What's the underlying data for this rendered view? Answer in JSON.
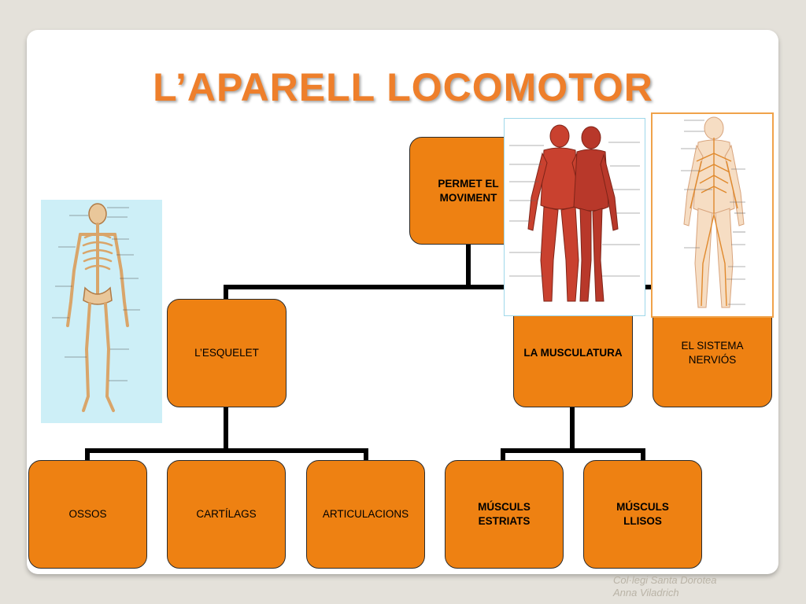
{
  "title": "L’APARELL LOCOMOTOR",
  "root": {
    "label_lines": [
      "PERMET EL",
      "MOVIMENT"
    ]
  },
  "level1": {
    "esquelet": "L’ESQUELET",
    "musculatura": "LA MUSCULATURA",
    "nervios": [
      "EL SISTEMA",
      "NERVIÓS"
    ]
  },
  "level2": {
    "ossos": "OSSOS",
    "cartilags": "CARTÍLAGS",
    "articulacions": "ARTICULACIONS",
    "estriats": [
      "MÚSCULS",
      "ESTRIATS"
    ],
    "llisos": [
      "MÚSCULS",
      "LLISOS"
    ]
  },
  "footer": [
    "Col·legi Santa Dorotea",
    "Anna Viladrich"
  ],
  "images": {
    "skeleton": "skeleton-illustration",
    "muscles": "muscles-illustration",
    "nerves": "nervous-system-illustration"
  },
  "colors": {
    "node_fill": "#ee8112",
    "title": "#ee7f2b",
    "image_bg": "#cdeff7"
  }
}
